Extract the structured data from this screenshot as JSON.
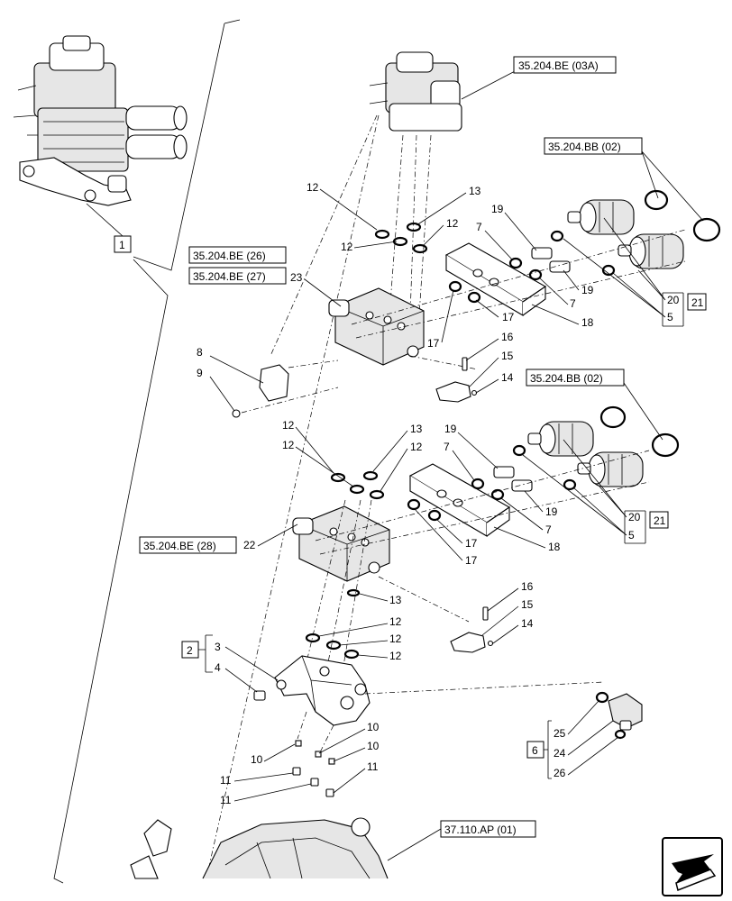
{
  "refs": {
    "r03a": "35.204.BE (03A)",
    "bb02a": "35.204.BB (02)",
    "be26": "35.204.BE (26)",
    "be27": "35.204.BE (27)",
    "bb02b": "35.204.BB (02)",
    "be28": "35.204.BE (28)",
    "ap01": "37.110.AP (01)"
  },
  "boxed_numbers": {
    "n1": "1",
    "n21a": "21",
    "n21b": "21",
    "n2": "2",
    "n6": "6"
  },
  "callouts": {
    "c12a": "12",
    "c13a": "13",
    "c12b": "12",
    "c12c": "12",
    "c19a": "19",
    "c7a": "7",
    "c7b": "7",
    "c19b": "19",
    "c20a": "20",
    "c5a": "5",
    "c23": "23",
    "c17a": "17",
    "c17b": "17",
    "c18a": "18",
    "c16a": "16",
    "c15a": "15",
    "c14a": "14",
    "c8": "8",
    "c9": "9",
    "c12d": "12",
    "c13b": "13",
    "c12e": "12",
    "c12f": "12",
    "c19c": "19",
    "c7c": "7",
    "c19d": "19",
    "c7d": "7",
    "c20b": "20",
    "c5b": "5",
    "c22": "22",
    "c17c": "17",
    "c17d": "17",
    "c18b": "18",
    "c13c": "13",
    "c16b": "16",
    "c15b": "15",
    "c14b": "14",
    "c12g": "12",
    "c12h": "12",
    "c12i": "12",
    "c3": "3",
    "c4": "4",
    "c10a": "10",
    "c10b": "10",
    "c10c": "10",
    "c11a": "11",
    "c11b": "11",
    "c11c": "11",
    "c25": "25",
    "c24": "24",
    "c26": "26"
  },
  "icons": {
    "nav": "next-page-arrow-icon"
  }
}
